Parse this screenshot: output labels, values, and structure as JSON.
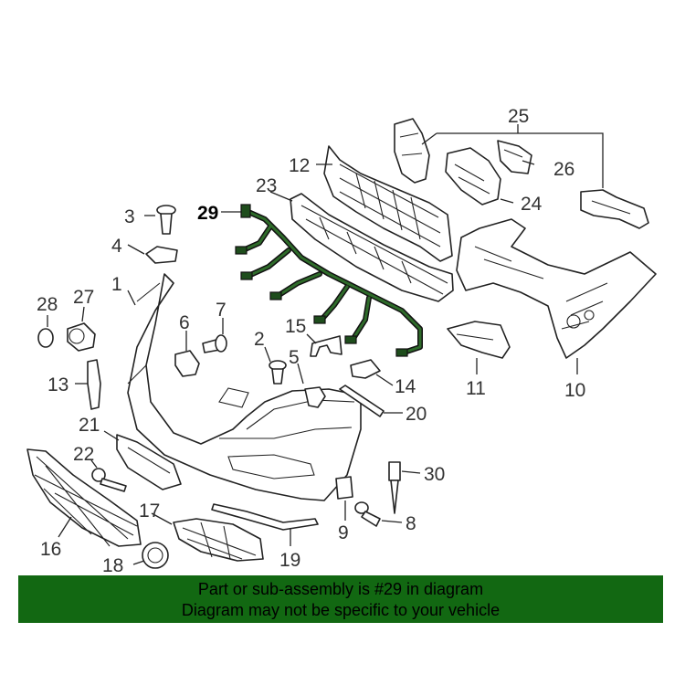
{
  "colors": {
    "highlight_harness": "#2e6b2a",
    "banner_background": "#126812",
    "line": "#222222"
  },
  "callouts": [
    {
      "id": "1",
      "label": "1"
    },
    {
      "id": "2",
      "label": "2"
    },
    {
      "id": "3",
      "label": "3"
    },
    {
      "id": "4",
      "label": "4"
    },
    {
      "id": "5",
      "label": "5"
    },
    {
      "id": "6",
      "label": "6"
    },
    {
      "id": "7",
      "label": "7"
    },
    {
      "id": "8",
      "label": "8"
    },
    {
      "id": "9",
      "label": "9"
    },
    {
      "id": "10",
      "label": "10"
    },
    {
      "id": "11",
      "label": "11"
    },
    {
      "id": "12",
      "label": "12"
    },
    {
      "id": "13",
      "label": "13"
    },
    {
      "id": "14",
      "label": "14"
    },
    {
      "id": "15",
      "label": "15"
    },
    {
      "id": "16",
      "label": "16"
    },
    {
      "id": "17",
      "label": "17"
    },
    {
      "id": "18",
      "label": "18"
    },
    {
      "id": "19",
      "label": "19"
    },
    {
      "id": "20",
      "label": "20"
    },
    {
      "id": "21",
      "label": "21"
    },
    {
      "id": "22",
      "label": "22"
    },
    {
      "id": "23",
      "label": "23"
    },
    {
      "id": "24",
      "label": "24"
    },
    {
      "id": "25",
      "label": "25"
    },
    {
      "id": "26",
      "label": "26"
    },
    {
      "id": "27",
      "label": "27"
    },
    {
      "id": "28",
      "label": "28"
    },
    {
      "id": "29",
      "label": "29"
    },
    {
      "id": "30",
      "label": "30"
    }
  ],
  "banner": {
    "line1": "Part or sub-assembly is #29 in diagram",
    "line2": "Diagram may not be specific to your vehicle"
  }
}
